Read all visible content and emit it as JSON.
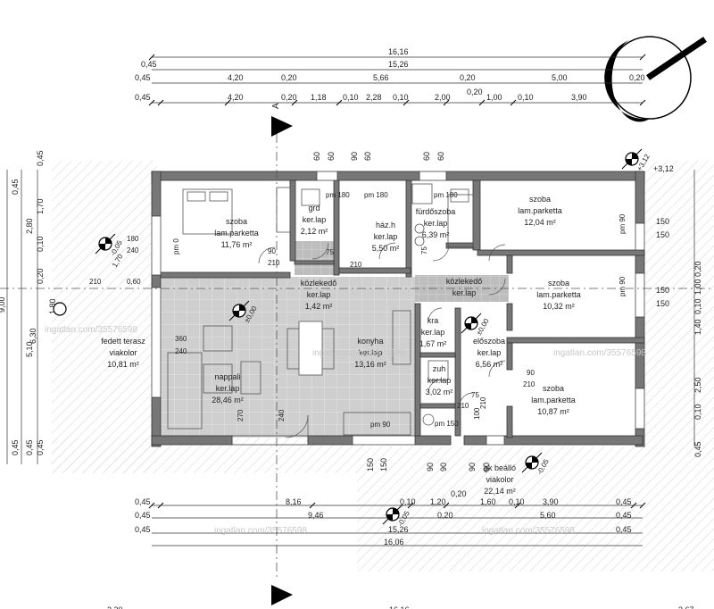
{
  "top_dims": {
    "row1": [
      "16,16"
    ],
    "row2": [
      "0,45",
      "15,26"
    ],
    "row3": [
      "0,45",
      "4,20",
      "0,20",
      "5,66",
      "0,20",
      "5,00",
      "0,20"
    ],
    "row4": [
      "0,45",
      "4,20",
      "0,20",
      "1,18",
      "0,10",
      "2,28",
      "0,10",
      "2,00",
      "1,00",
      "0,10",
      "3,90"
    ],
    "sub": [
      "60",
      "60",
      "90",
      "60",
      "60",
      "60"
    ]
  },
  "bottom_dims": {
    "row1": [
      "0,45",
      "8,16",
      "0,10",
      "1,20",
      "1,60",
      "0,10",
      "3,90",
      "0,45"
    ],
    "row1b": [
      "0,20"
    ],
    "row2": [
      "0,45",
      "9,46",
      "0,20",
      "5,60",
      "0,45"
    ],
    "row3": [
      "0,45",
      "15,26",
      "0,45"
    ],
    "row4": [
      "16,06"
    ],
    "cut_bottom": [
      "2,20",
      "16,16",
      "3,67"
    ],
    "sub": [
      "150",
      "150",
      "90",
      "90",
      "90",
      "90"
    ]
  },
  "left_dims": [
    "0,45",
    "0,45",
    "2,80",
    "1,70",
    "0,10",
    "0,20",
    "1,80",
    "6,30",
    "5,10",
    "0,45",
    "0,45",
    "0,45",
    "9,00"
  ],
  "right_dims": [
    "+3,12",
    "150",
    "150",
    "150",
    "150",
    "0,10",
    "1,00",
    "0,20",
    "1,40",
    "2,50",
    "0,10",
    "0,45"
  ],
  "section_mark": "A",
  "levels": [
    "±0,00",
    "±0,00",
    "-0,05",
    "-0,05",
    "-0,05",
    "+3,12"
  ],
  "rooms": [
    {
      "name": "szoba",
      "floor": "lam.parketta",
      "area": "11,76 m²"
    },
    {
      "name": "grd",
      "floor": "ker.lap",
      "area": "2,12 m²"
    },
    {
      "name": "ház.h",
      "floor": "ker.lap",
      "area": "5,50 m²"
    },
    {
      "name": "fürdőszoba",
      "floor": "ker.lap",
      "area": "6,39 m²"
    },
    {
      "name": "szoba",
      "floor": "lam.parketta",
      "area": "12,04 m²"
    },
    {
      "name": "közlekedő",
      "floor": "ker.lap",
      "area": "1,42 m²"
    },
    {
      "name": "közlekedő",
      "floor": "ker.lap",
      "area": ""
    },
    {
      "name": "szoba",
      "floor": "lam.parketta",
      "area": "10,32 m²"
    },
    {
      "name": "kra",
      "floor": "ker.lap",
      "area": "1,67 m²"
    },
    {
      "name": "előszoba",
      "floor": "ker.lap",
      "area": "6,56 m²"
    },
    {
      "name": "konyha",
      "floor": "ker.lap",
      "area": "13,16 m²"
    },
    {
      "name": "nappali",
      "floor": "ker.lap",
      "area": "28,46 m²"
    },
    {
      "name": "fedett terasz",
      "floor": "viakolor",
      "area": "10,81 m²"
    },
    {
      "name": "zuh",
      "floor": "ker.lap",
      "area": "3,02 m²"
    },
    {
      "name": "szoba",
      "floor": "lam.parketta",
      "area": "10,87 m²"
    },
    {
      "name": "gk beálló",
      "floor": "viakolor",
      "area": "22,14 m²"
    }
  ],
  "openings": [
    "180",
    "240",
    "pm 0",
    "pm 180",
    "pm 180",
    "pm 180",
    "pm 90",
    "pm 90",
    "pm 90",
    "pm 150",
    "75",
    "210",
    "90",
    "210",
    "75",
    "210",
    "360",
    "240",
    "270",
    "240",
    "90",
    "210",
    "75",
    "210",
    "100",
    "210",
    "0,60",
    "1,70",
    "0,05"
  ],
  "watermarks": [
    "ingatlan.com/35576598",
    "ingatlan.com/35576598",
    "ingatlan.com/35576598",
    "ingatlan.com/35576598",
    "ingatlan.com/35576598"
  ]
}
